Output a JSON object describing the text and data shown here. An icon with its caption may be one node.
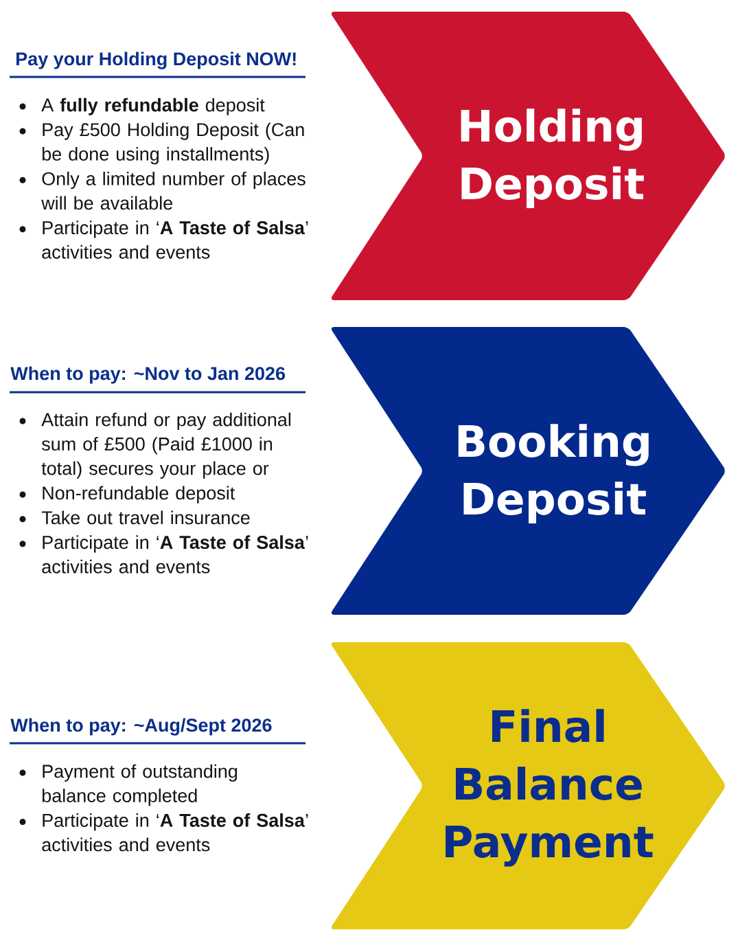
{
  "diagram": {
    "nodes": [
      {
        "text": [
          "Holding Deposit"
        ],
        "beside": [
          "Pay your Holding Deposit NOW!",
          "A **fully refundable** deposit",
          "Pay £500 Holding Deposit (Can be done using installments)",
          "Only a limited number of places will be available",
          "Participate in ‘**A Taste of Salsa**’ activities and events"
        ]
      },
      {
        "text": [
          "Booking Deposit"
        ],
        "beside": [
          "When to pay: ~Nov to Jan 2026",
          "Attain refund or pay additional sum of £500 (Paid £1000 in total) secures your place or",
          "Non-refundable deposit",
          "Take out travel insurance",
          "Participate in ‘**A Taste of Salsa**’ activities and events"
        ]
      },
      {
        "text": [
          "Final Balance Payment"
        ],
        "beside": [
          "When to pay: ~Aug/Sept 2026",
          "Payment of outstanding balance completed",
          "Participate in ‘**A Taste of Salsa**’ activities and events"
        ]
      }
    ]
  }
}
